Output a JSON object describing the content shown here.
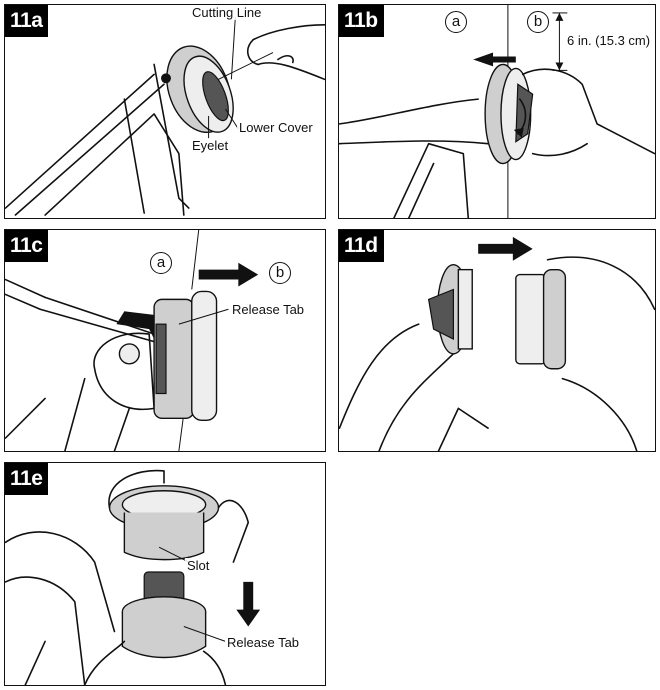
{
  "panels": {
    "p11a": {
      "label": "11a",
      "callouts": {
        "cutting_line": "Cutting Line",
        "lower_cover": "Lower Cover",
        "eyelet": "Eyelet"
      }
    },
    "p11b": {
      "label": "11b",
      "step_a": "a",
      "step_b": "b",
      "dimension": "6 in. (15.3 cm)"
    },
    "p11c": {
      "label": "11c",
      "step_a": "a",
      "step_b": "b",
      "callouts": {
        "release_tab": "Release Tab"
      }
    },
    "p11d": {
      "label": "11d"
    },
    "p11e": {
      "label": "11e",
      "callouts": {
        "slot": "Slot",
        "release_tab": "Release Tab"
      }
    }
  }
}
